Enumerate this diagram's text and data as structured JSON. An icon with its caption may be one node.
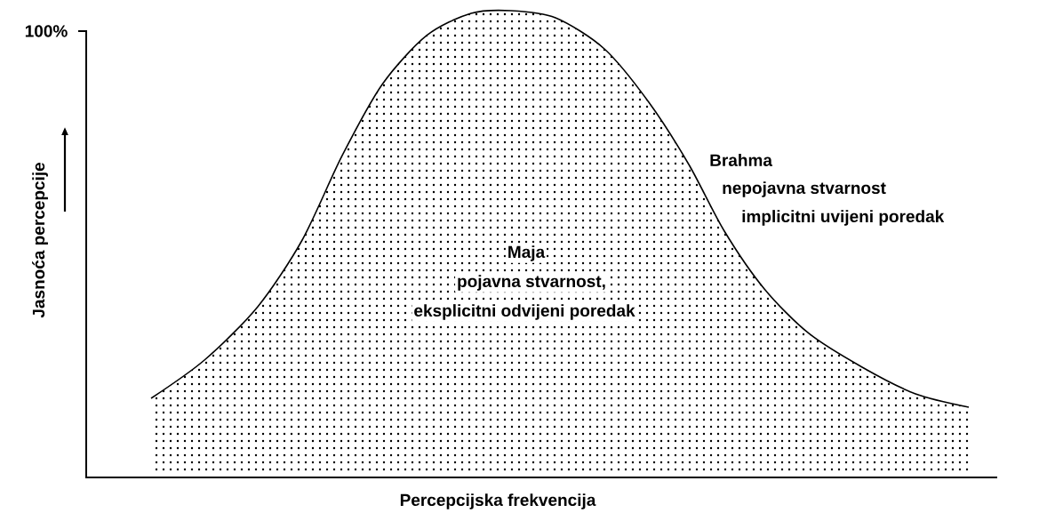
{
  "diagram": {
    "labels": [
      "100%",
      "Jasnoća percepcije",
      "Brahma",
      "nepojavna stvarnost",
      "implicitni uvijeni poredak",
      "Maja",
      "pojavna stvarnost,",
      "eksplicitni odvijeni poredak",
      "Percepcijska frekvencija"
    ]
  }
}
